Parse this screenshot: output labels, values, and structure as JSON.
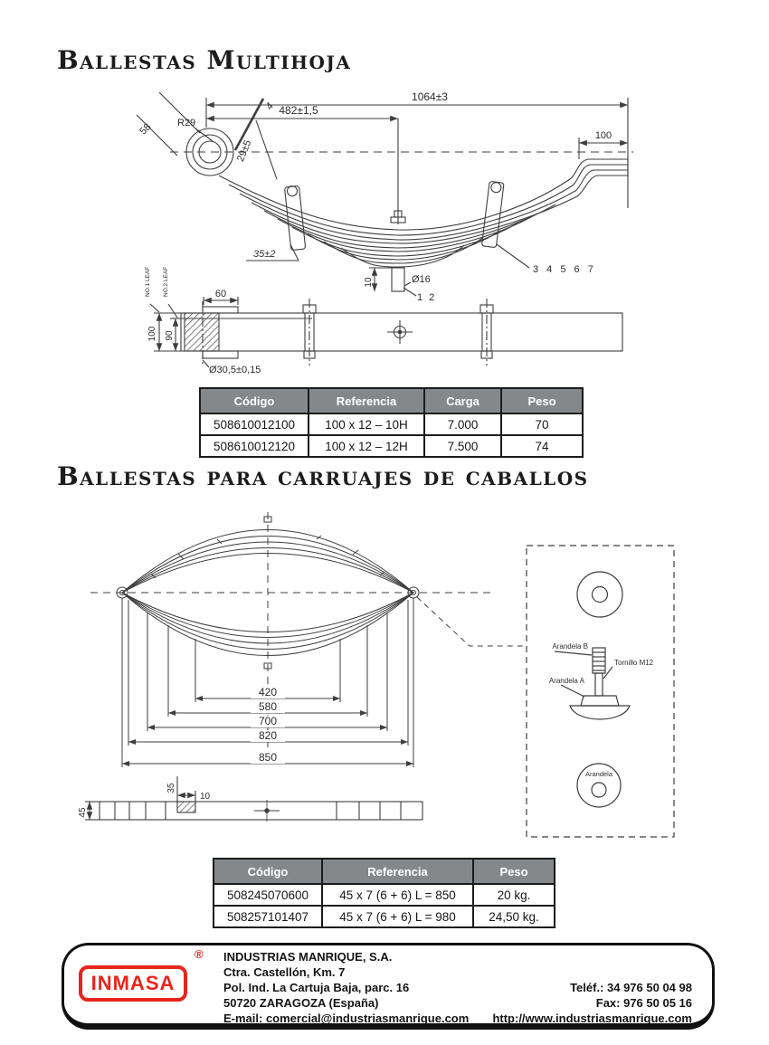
{
  "colors": {
    "accent_red": "#e8251d",
    "table_header_bg": "#85888b",
    "line": "#3e3e3e"
  },
  "section1": {
    "title": "Ballestas Multihoja",
    "dims": {
      "overall": "1064±3",
      "half": "482±1,5",
      "r29": "R29",
      "d58": "58",
      "d4": "4",
      "d29": "29±5",
      "end": "100",
      "clamp": "35±2",
      "d10": "10",
      "dia16": "Ø16",
      "d12": "1 2",
      "leafnums": "3 4 5 6 7",
      "d60": "60",
      "h100": "100",
      "h90": "90",
      "dia305": "Ø30,5±0,15",
      "leaf1": "NO.1 LEAF",
      "leaf2": "NO.2 LEAF"
    },
    "table": {
      "headers": [
        "Código",
        "Referencia",
        "Carga",
        "Peso"
      ],
      "rows": [
        [
          "508610012100",
          "100 x 12 – 10H",
          "7.000",
          "70"
        ],
        [
          "508610012120",
          "100 x 12 – 12H",
          "7.500",
          "74"
        ]
      ]
    }
  },
  "section2": {
    "title": "Ballestas para carruajes de caballos",
    "dims": {
      "l420": "420",
      "l580": "580",
      "l700": "700",
      "l820": "820",
      "l850": "850",
      "h45": "45",
      "d35": "35",
      "d10": "10"
    },
    "detail": {
      "washer_b": "Arandela B",
      "bolt": "Tornillo M12",
      "washer_a": "Arandela A",
      "washer": "Arandela"
    },
    "table": {
      "headers": [
        "Código",
        "Referencia",
        "Peso"
      ],
      "rows": [
        [
          "508245070600",
          "45 x 7 (6 + 6) L = 850",
          "20 kg."
        ],
        [
          "508257101407",
          "45 x 7 (6 + 6) L = 980",
          "24,50 kg."
        ]
      ]
    }
  },
  "footer": {
    "logo": "INMASA",
    "registered": "®",
    "company": "INDUSTRIAS MANRIQUE, S.A.",
    "line1": "Ctra. Castellón, Km. 7",
    "line2": "Pol. Ind. La Cartuja Baja, parc. 16",
    "line3": "50720 ZARAGOZA (España)",
    "email": "E-mail: comercial@industriasmanrique.com",
    "phone": "Teléf.: 34 976 50 04 98",
    "fax": "Fax: 976 50 05 16",
    "web": "http://www.industriasmanrique.com"
  }
}
